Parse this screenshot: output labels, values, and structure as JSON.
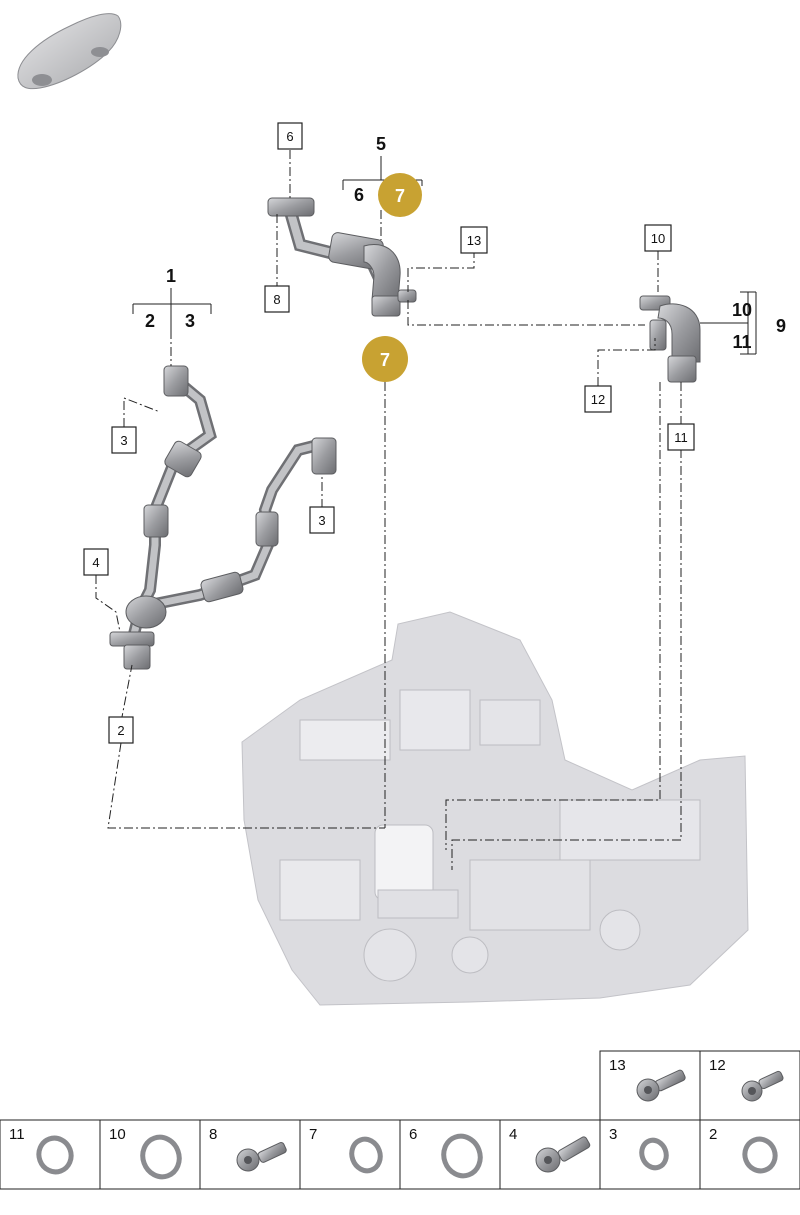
{
  "colors": {
    "badge": "#c8a232",
    "part": "#a9aaad",
    "engine": "#dcdce0",
    "line": "#222222"
  },
  "icons": [
    "car-silhouette-icon",
    "engine-block-icon",
    "bolt-icon",
    "seal-ring-icon"
  ],
  "callouts": {
    "c6": "6",
    "c8": "8",
    "c13": "13",
    "c10": "10",
    "c12": "12",
    "c11": "11",
    "c3a": "3",
    "c3b": "3",
    "c4": "4",
    "c2": "2"
  },
  "groups": {
    "g1": {
      "title": "1",
      "left": "2",
      "right": "3"
    },
    "g5": {
      "title": "5",
      "left": "6",
      "badge": "7"
    },
    "g9": {
      "top": "10",
      "bottom": "11",
      "side": "9"
    }
  },
  "badges": {
    "b7": "7"
  },
  "legend": {
    "top_row": [
      "13",
      "12"
    ],
    "bottom_row": [
      "11",
      "10",
      "8",
      "7",
      "6",
      "4",
      "3",
      "2"
    ]
  }
}
